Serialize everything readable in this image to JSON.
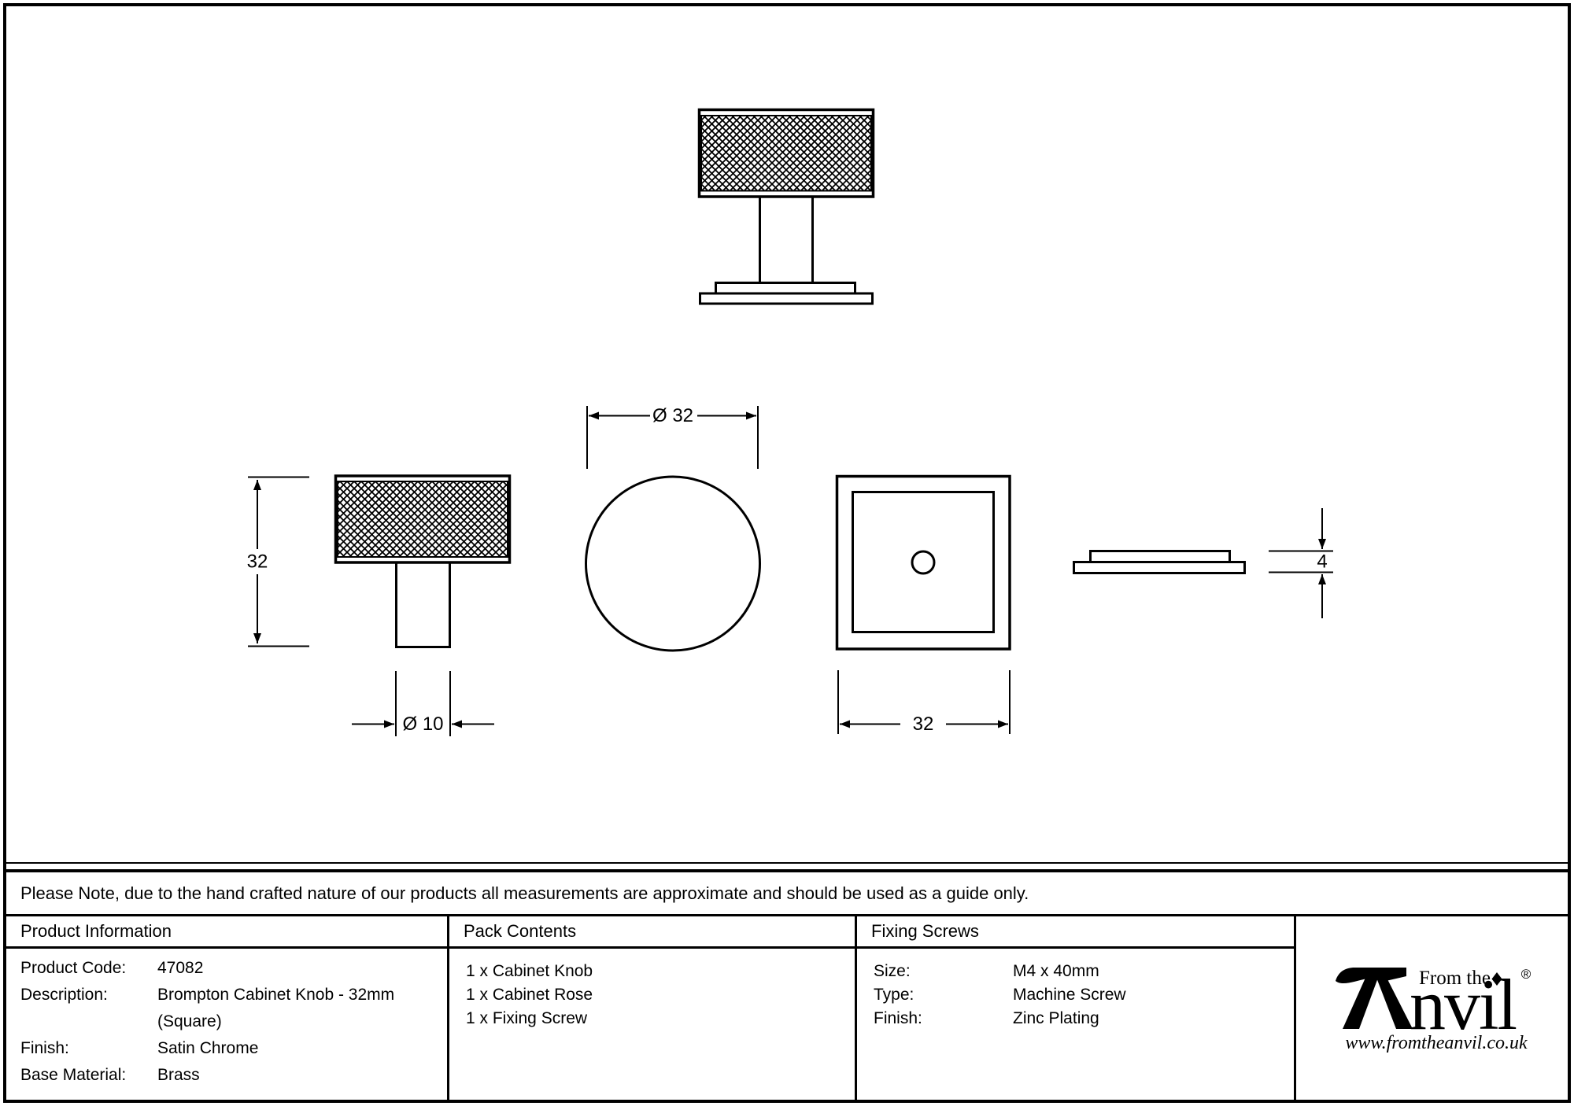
{
  "note": {
    "text": "Please Note, due to the hand crafted nature of our products all measurements are approximate and should be used as a guide only."
  },
  "drawing": {
    "dimensions": {
      "overall_height": "32",
      "stem_diameter": "Ø 10",
      "knob_diameter": "Ø 32",
      "rose_width": "32",
      "rose_thickness": "4"
    }
  },
  "table": {
    "product_information": {
      "title": "Product Information",
      "rows": [
        {
          "label": "Product Code:",
          "value": "47082"
        },
        {
          "label": "Description:",
          "value": "Brompton Cabinet Knob - 32mm (Square)"
        },
        {
          "label": "Finish:",
          "value": "Satin Chrome"
        },
        {
          "label": "Base Material:",
          "value": "Brass"
        }
      ]
    },
    "pack_contents": {
      "title": "Pack Contents",
      "items": [
        "1 x Cabinet Knob",
        "1 x Cabinet Rose",
        "1 x Fixing Screw"
      ]
    },
    "fixing_screws": {
      "title": "Fixing Screws",
      "rows": [
        {
          "label": "Size:",
          "value": "M4 x 40mm"
        },
        {
          "label": "Type:",
          "value": "Machine Screw"
        },
        {
          "label": "Finish:",
          "value": "Zinc Plating"
        }
      ]
    }
  },
  "logo": {
    "name": "Anvil",
    "name_rest": "nvil",
    "tagline": "From the",
    "registered": "®",
    "url": "www.fromtheanvil.co.uk"
  },
  "colors": {
    "ink": "#000000",
    "paper": "#ffffff"
  }
}
